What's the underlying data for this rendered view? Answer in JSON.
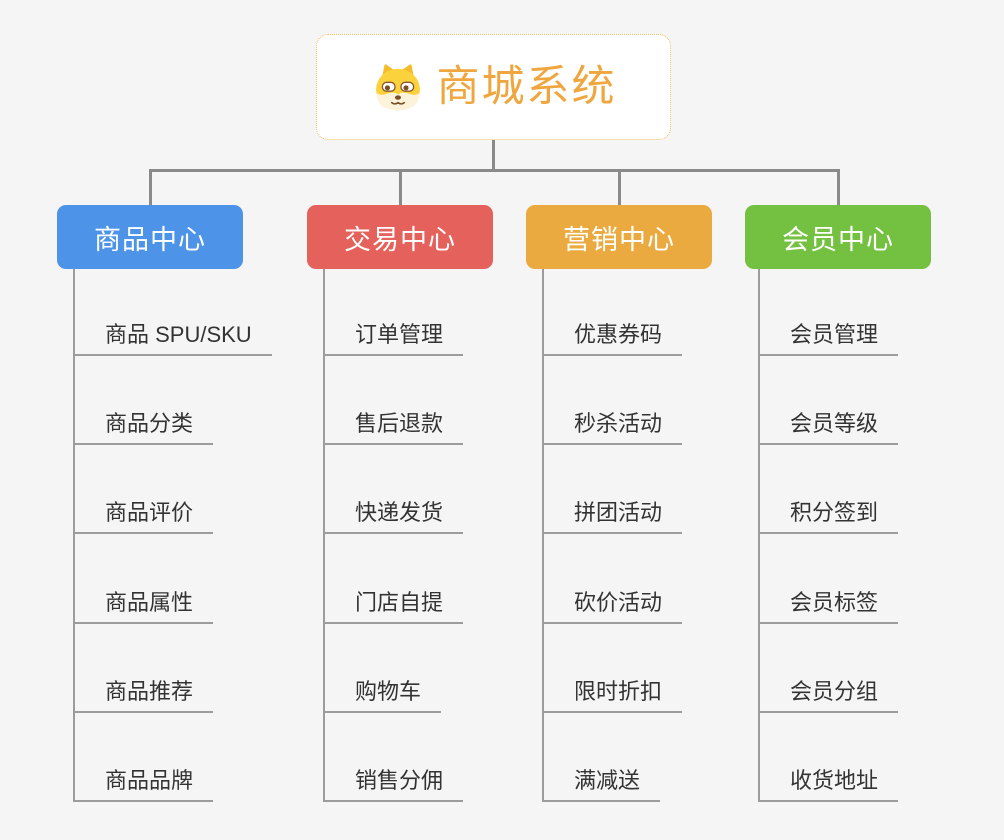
{
  "root": {
    "title": "商城系统",
    "icon": "dog-face-icon",
    "title_color": "#F0A63E",
    "border_color": "#F3BB62"
  },
  "connector_color": "#8A8A8A",
  "branches": [
    {
      "label": "商品中心",
      "color": "#4D94E9",
      "items": [
        "商品 SPU/SKU",
        "商品分类",
        "商品评价",
        "商品属性",
        "商品推荐",
        "商品品牌"
      ]
    },
    {
      "label": "交易中心",
      "color": "#E5615C",
      "items": [
        "订单管理",
        "售后退款",
        "快递发货",
        "门店自提",
        "购物车",
        "销售分佣"
      ]
    },
    {
      "label": "营销中心",
      "color": "#EBAA3F",
      "items": [
        "优惠券码",
        "秒杀活动",
        "拼团活动",
        "砍价活动",
        "限时折扣",
        "满减送"
      ]
    },
    {
      "label": "会员中心",
      "color": "#74C041",
      "items": [
        "会员管理",
        "会员等级",
        "积分签到",
        "会员标签",
        "会员分组",
        "收货地址"
      ]
    }
  ]
}
